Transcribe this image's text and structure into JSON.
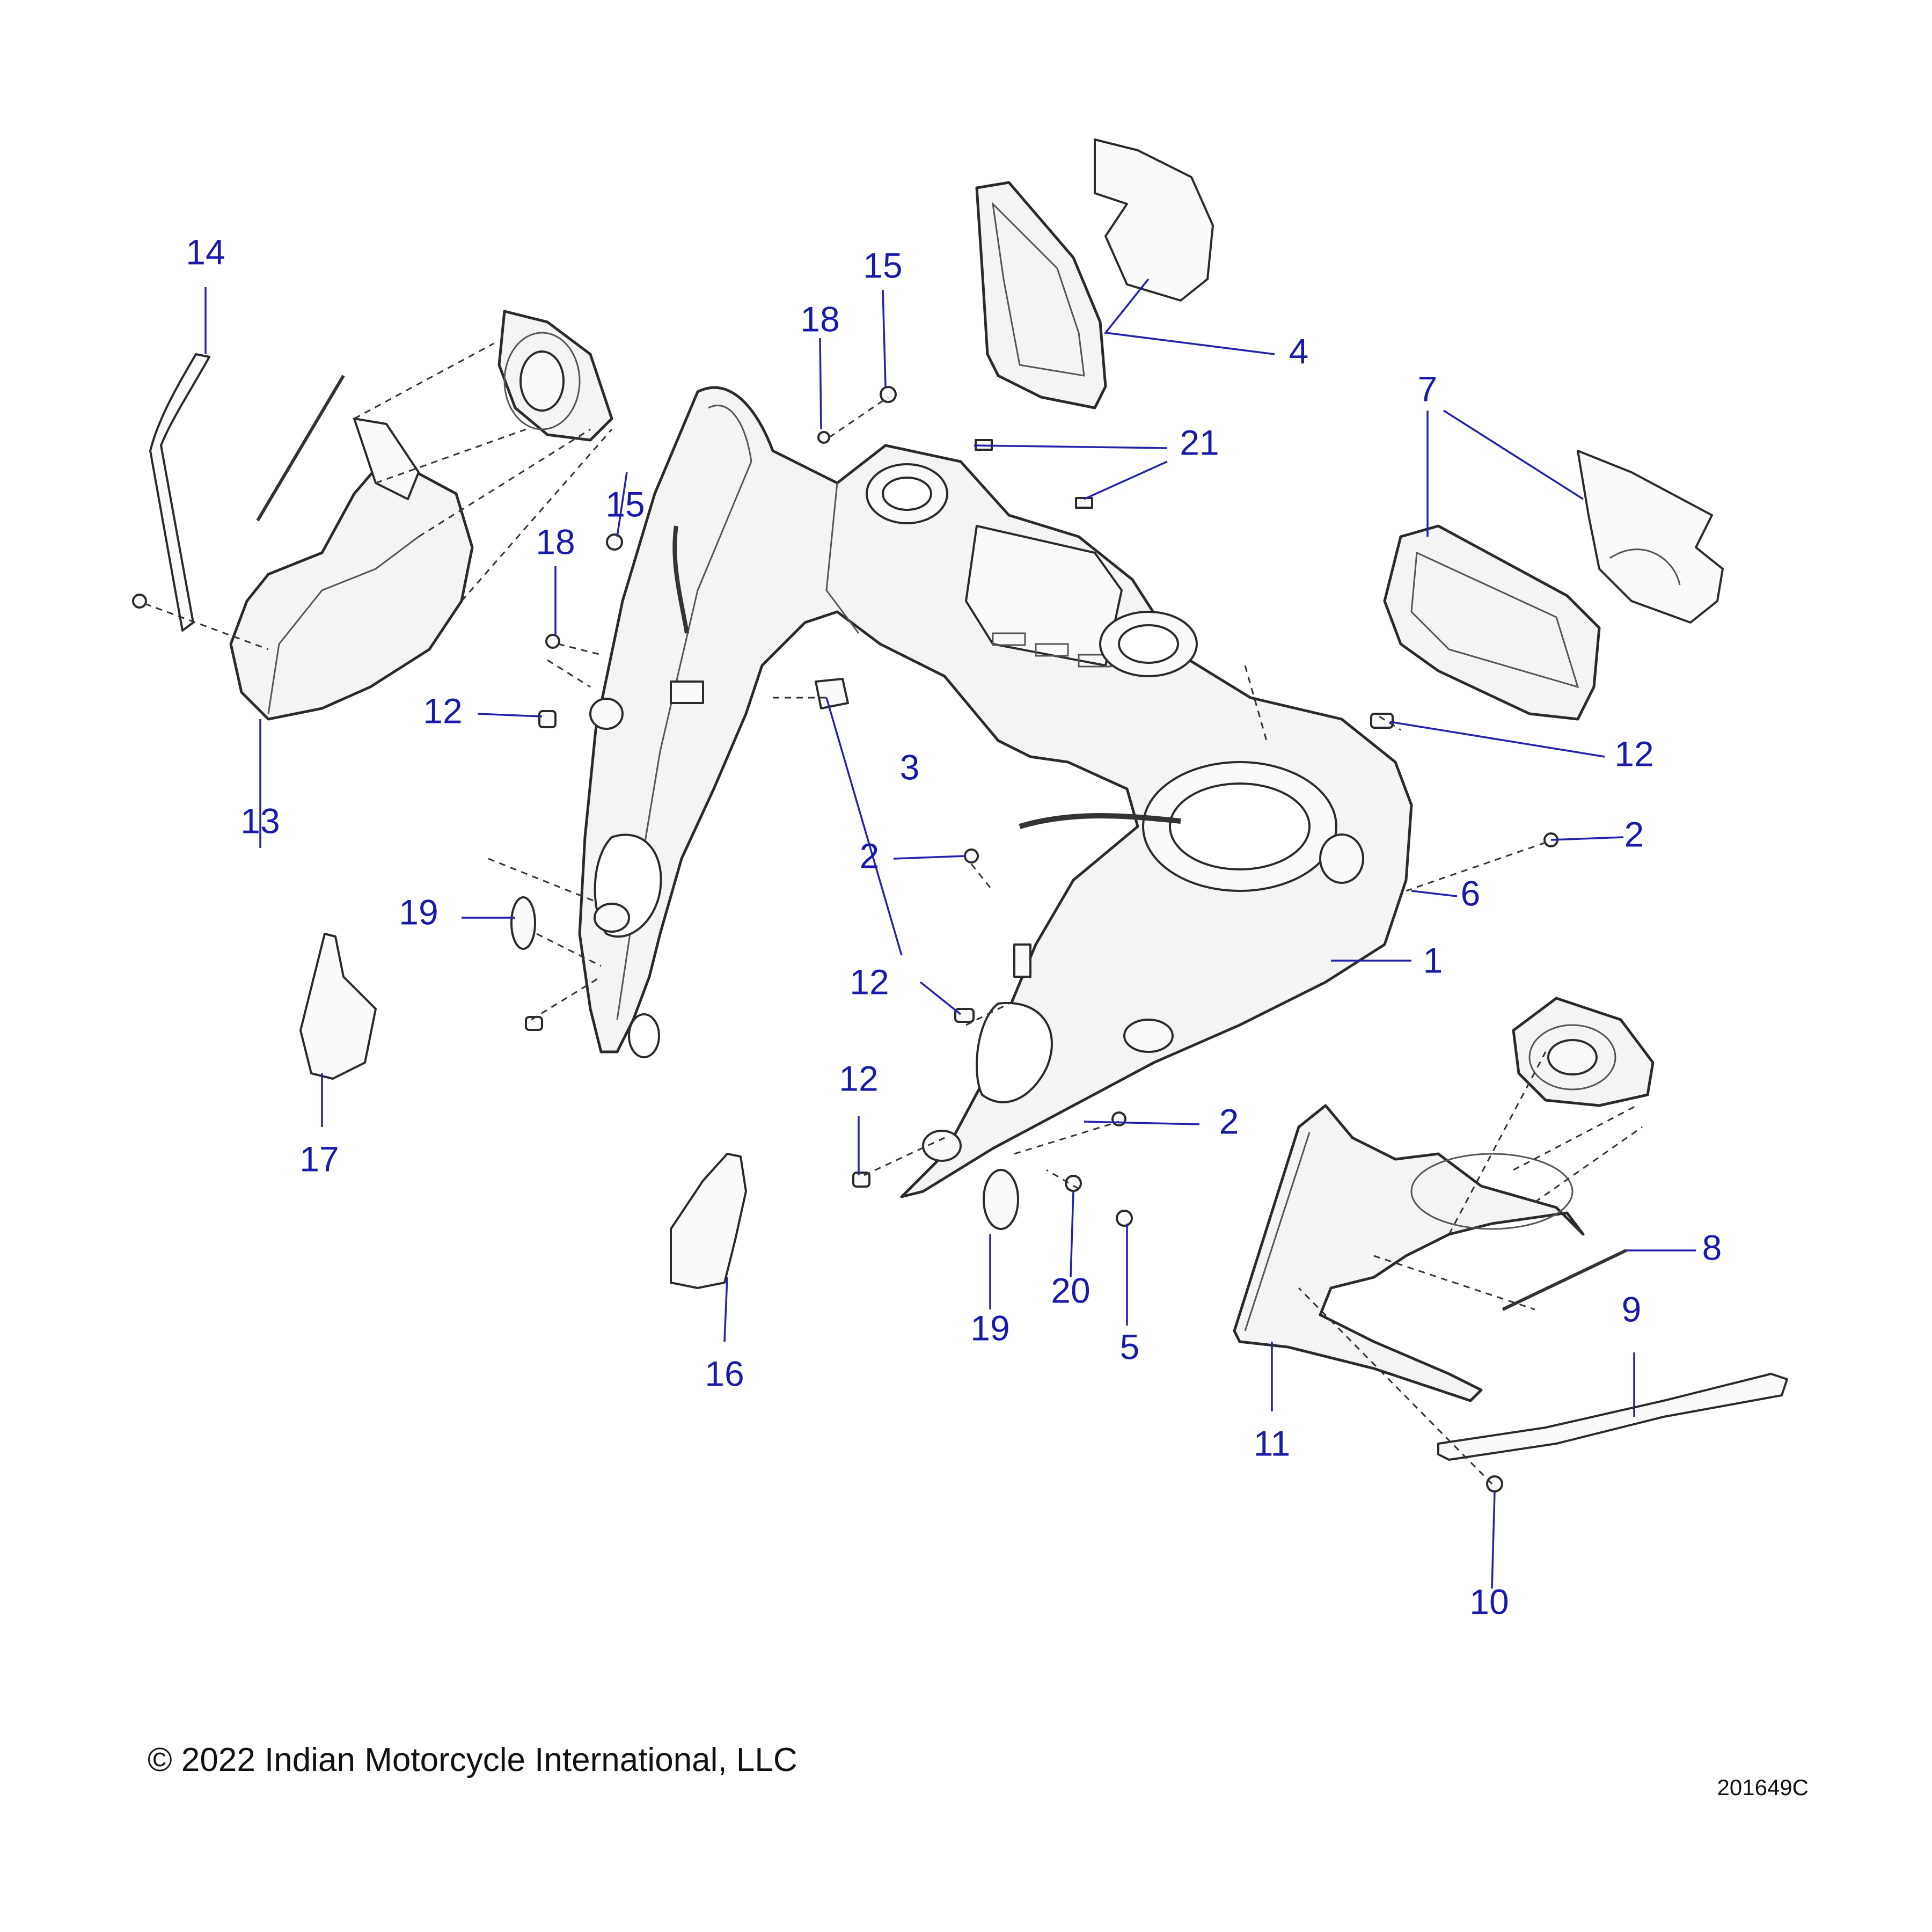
{
  "callouts": {
    "c1": "1",
    "c2a": "2",
    "c2b": "2",
    "c2c": "2",
    "c3": "3",
    "c4": "4",
    "c5": "5",
    "c6": "6",
    "c7": "7",
    "c8": "8",
    "c9": "9",
    "c10": "10",
    "c11": "11",
    "c12a": "12",
    "c12b": "12",
    "c12c": "12",
    "c12d": "12",
    "c13": "13",
    "c14": "14",
    "c15a": "15",
    "c15b": "15",
    "c16": "16",
    "c17": "17",
    "c18a": "18",
    "c18b": "18",
    "c19a": "19",
    "c19b": "19",
    "c20": "20",
    "c21": "21"
  },
  "footer": {
    "copyright": "© 2022 Indian Motorcycle International, LLC",
    "drawing_number": "201649C"
  }
}
